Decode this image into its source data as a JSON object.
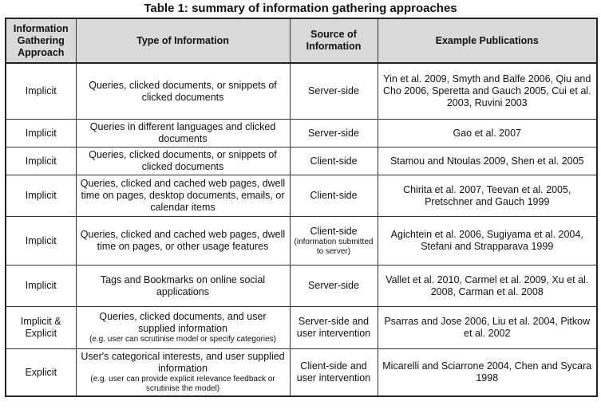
{
  "caption": "Table 1: summary of information gathering approaches",
  "headers": {
    "approach": "Information Gathering Approach",
    "type": "Type of Information",
    "source": "Source of Information",
    "publications": "Example Publications"
  },
  "rows": [
    {
      "approach": "Implicit",
      "type": "Queries, clicked documents, or snippets of clicked documents",
      "type_note": "",
      "source": "Server-side",
      "source_note": "",
      "publications": "Yin et al. 2009, Smyth and Balfe 2006, Qiu and Cho 2006, Speretta and Gauch 2005, Cui et al. 2003, Ruvini 2003"
    },
    {
      "approach": "Implicit",
      "type": "Queries in different languages and clicked documents",
      "type_note": "",
      "source": "Server-side",
      "source_note": "",
      "publications": "Gao et al. 2007"
    },
    {
      "approach": "Implicit",
      "type": "Queries, clicked documents, or snippets of clicked documents",
      "type_note": "",
      "source": "Client-side",
      "source_note": "",
      "publications": "Stamou and Ntoulas 2009, Shen et al. 2005"
    },
    {
      "approach": "Implicit",
      "type": "Queries, clicked and cached web pages, dwell time on pages, desktop documents, emails, or calendar items",
      "type_note": "",
      "source": "Client-side",
      "source_note": "",
      "publications": "Chirita et al. 2007, Teevan et al. 2005, Pretschner and Gauch 1999"
    },
    {
      "approach": "Implicit",
      "type": "Queries, clicked and cached web pages, dwell time on pages, or other usage features",
      "type_note": "",
      "source": "Client-side",
      "source_note": "(information submitted to server)",
      "publications": "Agichtein et al. 2006, Sugiyama et al. 2004, Stefani and Strapparava 1999"
    },
    {
      "approach": "Implicit",
      "type": "Tags and Bookmarks on online social applications",
      "type_note": "",
      "source": "Server-side",
      "source_note": "",
      "publications": "Vallet et al. 2010, Carmel et al. 2009, Xu et al. 2008, Carman et al. 2008"
    },
    {
      "approach": "Implicit & Explicit",
      "type": "Queries, clicked documents, and user supplied information",
      "type_note": "(e.g. user can scrutinise model or specify categories)",
      "source": "Server-side and user intervention",
      "source_note": "",
      "publications": "Psarras and Jose 2006, Liu et al. 2004, Pitkow et al. 2002"
    },
    {
      "approach": "Explicit",
      "type": "User's categorical interests, and user supplied information",
      "type_note": "(e.g. user can provide explicit relevance feedback or scrutinise the model)",
      "source": "Client-side and user intervention",
      "source_note": "",
      "publications": "Micarelli and Sciarrone 2004, Chen and Sycara 1998"
    }
  ]
}
